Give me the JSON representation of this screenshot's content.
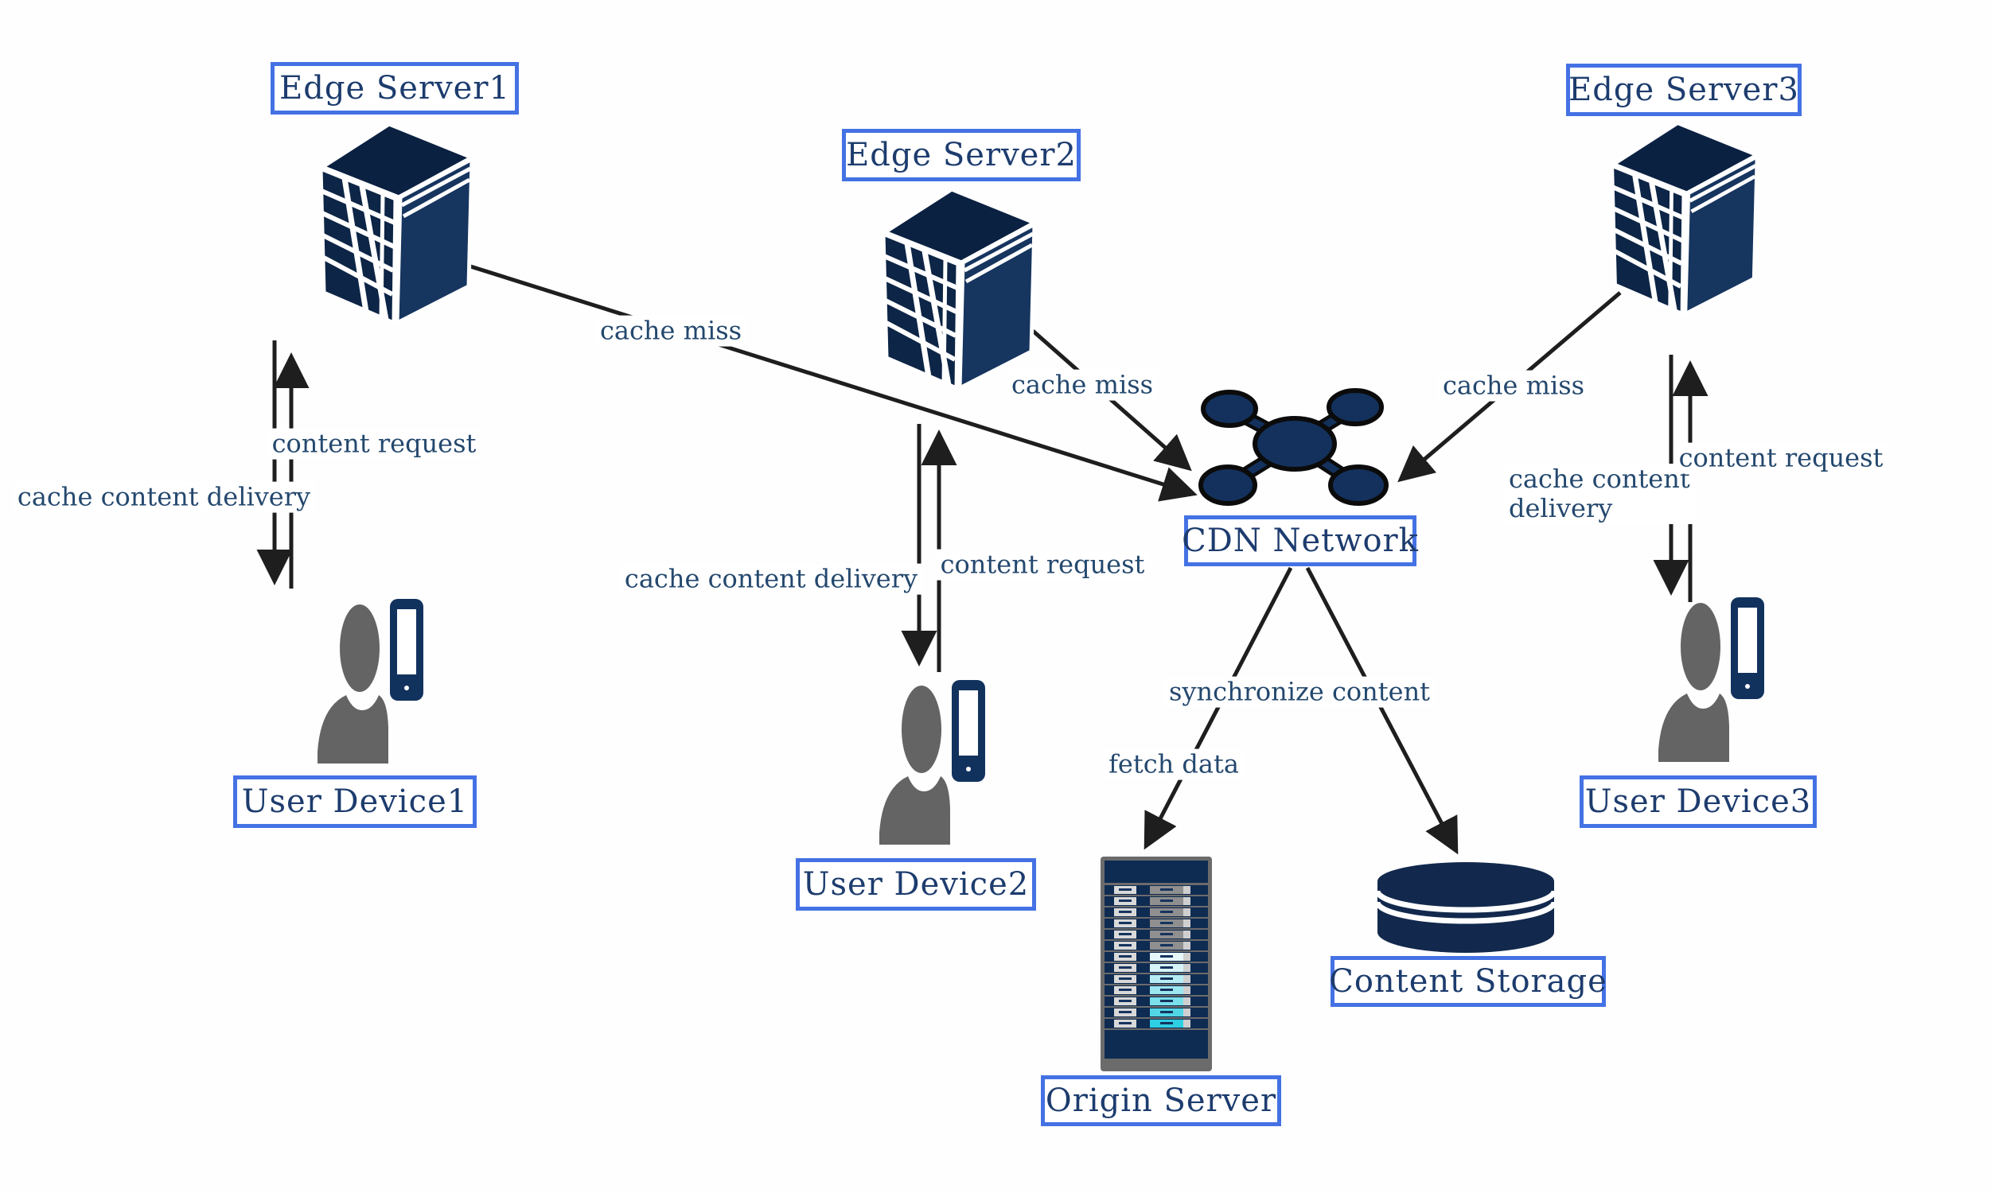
{
  "title": "CDN content delivery architecture diagram",
  "palette": {
    "navy_icon": "#12294d",
    "navy_icon_light": "#16355f",
    "label_box_border": "#4472e4",
    "label_text": "#1d3c6e",
    "edge_label_text": "#24486e",
    "arrow_color": "#1e1e1e",
    "person_gray": "#646464",
    "rack_frame_gray": "#6b6b6b",
    "rack_highlight_cyan": "#2ecfe2"
  },
  "nodes": [
    {
      "id": "edge-server-1",
      "label": "Edge Server1",
      "icon": "server-tower-icon"
    },
    {
      "id": "edge-server-2",
      "label": "Edge Server2",
      "icon": "server-tower-icon"
    },
    {
      "id": "edge-server-3",
      "label": "Edge Server3",
      "icon": "server-tower-icon"
    },
    {
      "id": "cdn-network",
      "label": "CDN Network",
      "icon": "network-hub-icon"
    },
    {
      "id": "user-device-1",
      "label": "User Device1",
      "icon": "person-phone-icon"
    },
    {
      "id": "user-device-2",
      "label": "User Device2",
      "icon": "person-phone-icon"
    },
    {
      "id": "user-device-3",
      "label": "User Device3",
      "icon": "person-phone-icon"
    },
    {
      "id": "origin-server",
      "label": "Origin Server",
      "icon": "server-rack-icon"
    },
    {
      "id": "content-storage",
      "label": "Content Storage",
      "icon": "database-icon"
    }
  ],
  "edges": [
    {
      "from": "edge-server-1",
      "to": "user-device-1",
      "label": "cache content delivery"
    },
    {
      "from": "user-device-1",
      "to": "edge-server-1",
      "label": "content request"
    },
    {
      "from": "edge-server-2",
      "to": "user-device-2",
      "label": "cache content delivery"
    },
    {
      "from": "user-device-2",
      "to": "edge-server-2",
      "label": "content request"
    },
    {
      "from": "edge-server-3",
      "to": "user-device-3",
      "label": "cache content delivery"
    },
    {
      "from": "user-device-3",
      "to": "edge-server-3",
      "label": "content request"
    },
    {
      "from": "edge-server-1",
      "to": "cdn-network",
      "label": "cache miss"
    },
    {
      "from": "edge-server-2",
      "to": "cdn-network",
      "label": "cache miss"
    },
    {
      "from": "edge-server-3",
      "to": "cdn-network",
      "label": "cache miss"
    },
    {
      "from": "cdn-network",
      "to": "origin-server",
      "label": "fetch data"
    },
    {
      "from": "cdn-network",
      "to": "content-storage",
      "label": "synchronize content"
    }
  ],
  "icons": {
    "origin_rack": {
      "rows": 13,
      "center_colors": [
        "#8f8f8f",
        "#8f8f8f",
        "#8f8f8f",
        "#8f8f8f",
        "#8f8f8f",
        "#8f8f8f",
        "#e6f7fa",
        "#d7f3f8",
        "#b7ecf4",
        "#9ce6f0",
        "#7adfeb",
        "#52d6e6",
        "#2ecfe2"
      ]
    }
  }
}
